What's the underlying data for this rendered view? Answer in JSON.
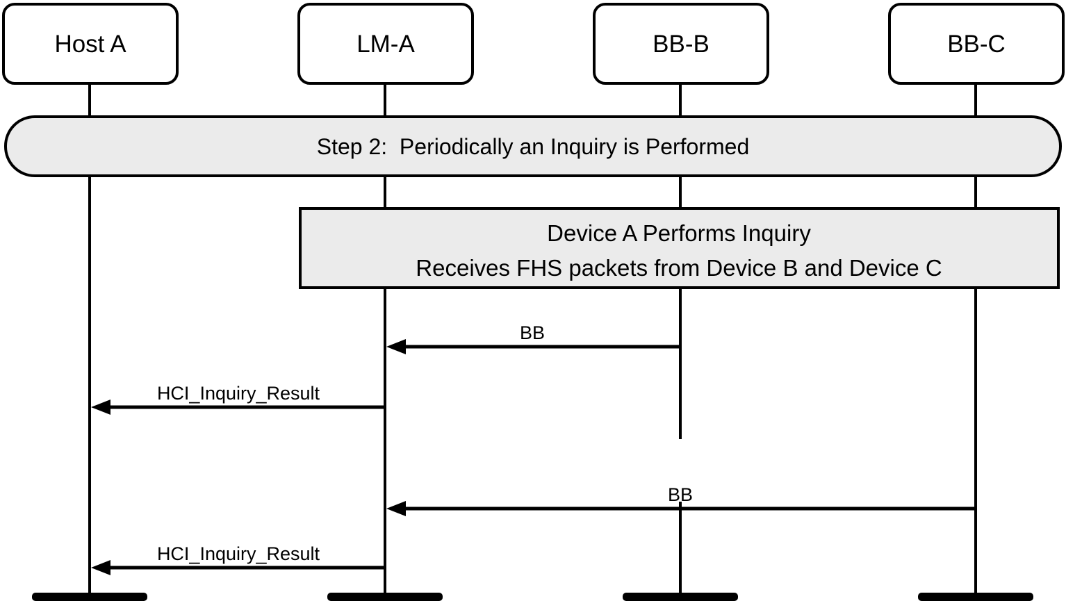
{
  "diagram": {
    "kind": "sequence-diagram",
    "actors": [
      {
        "id": "host-a",
        "label": "Host A"
      },
      {
        "id": "lm-a",
        "label": "LM-A"
      },
      {
        "id": "bb-b",
        "label": "BB-B"
      },
      {
        "id": "bb-c",
        "label": "BB-C"
      }
    ],
    "step_banner": {
      "label": "Step 2:  Periodically an Inquiry is Performed"
    },
    "note": {
      "line1": "Device A Performs Inquiry",
      "line2": "Receives FHS packets from Device B and Device C"
    },
    "messages": [
      {
        "label": "BB",
        "from": "BB-B",
        "to": "LM-A"
      },
      {
        "label": "HCI_Inquiry_Result",
        "from": "LM-A",
        "to": "Host A"
      },
      {
        "label": "BB",
        "from": "BB-C",
        "to": "LM-A"
      },
      {
        "label": "HCI_Inquiry_Result",
        "from": "LM-A",
        "to": "Host A"
      }
    ],
    "colors": {
      "fill_light": "#ebebeb",
      "stroke": "#000000",
      "background": "#ffffff"
    }
  }
}
